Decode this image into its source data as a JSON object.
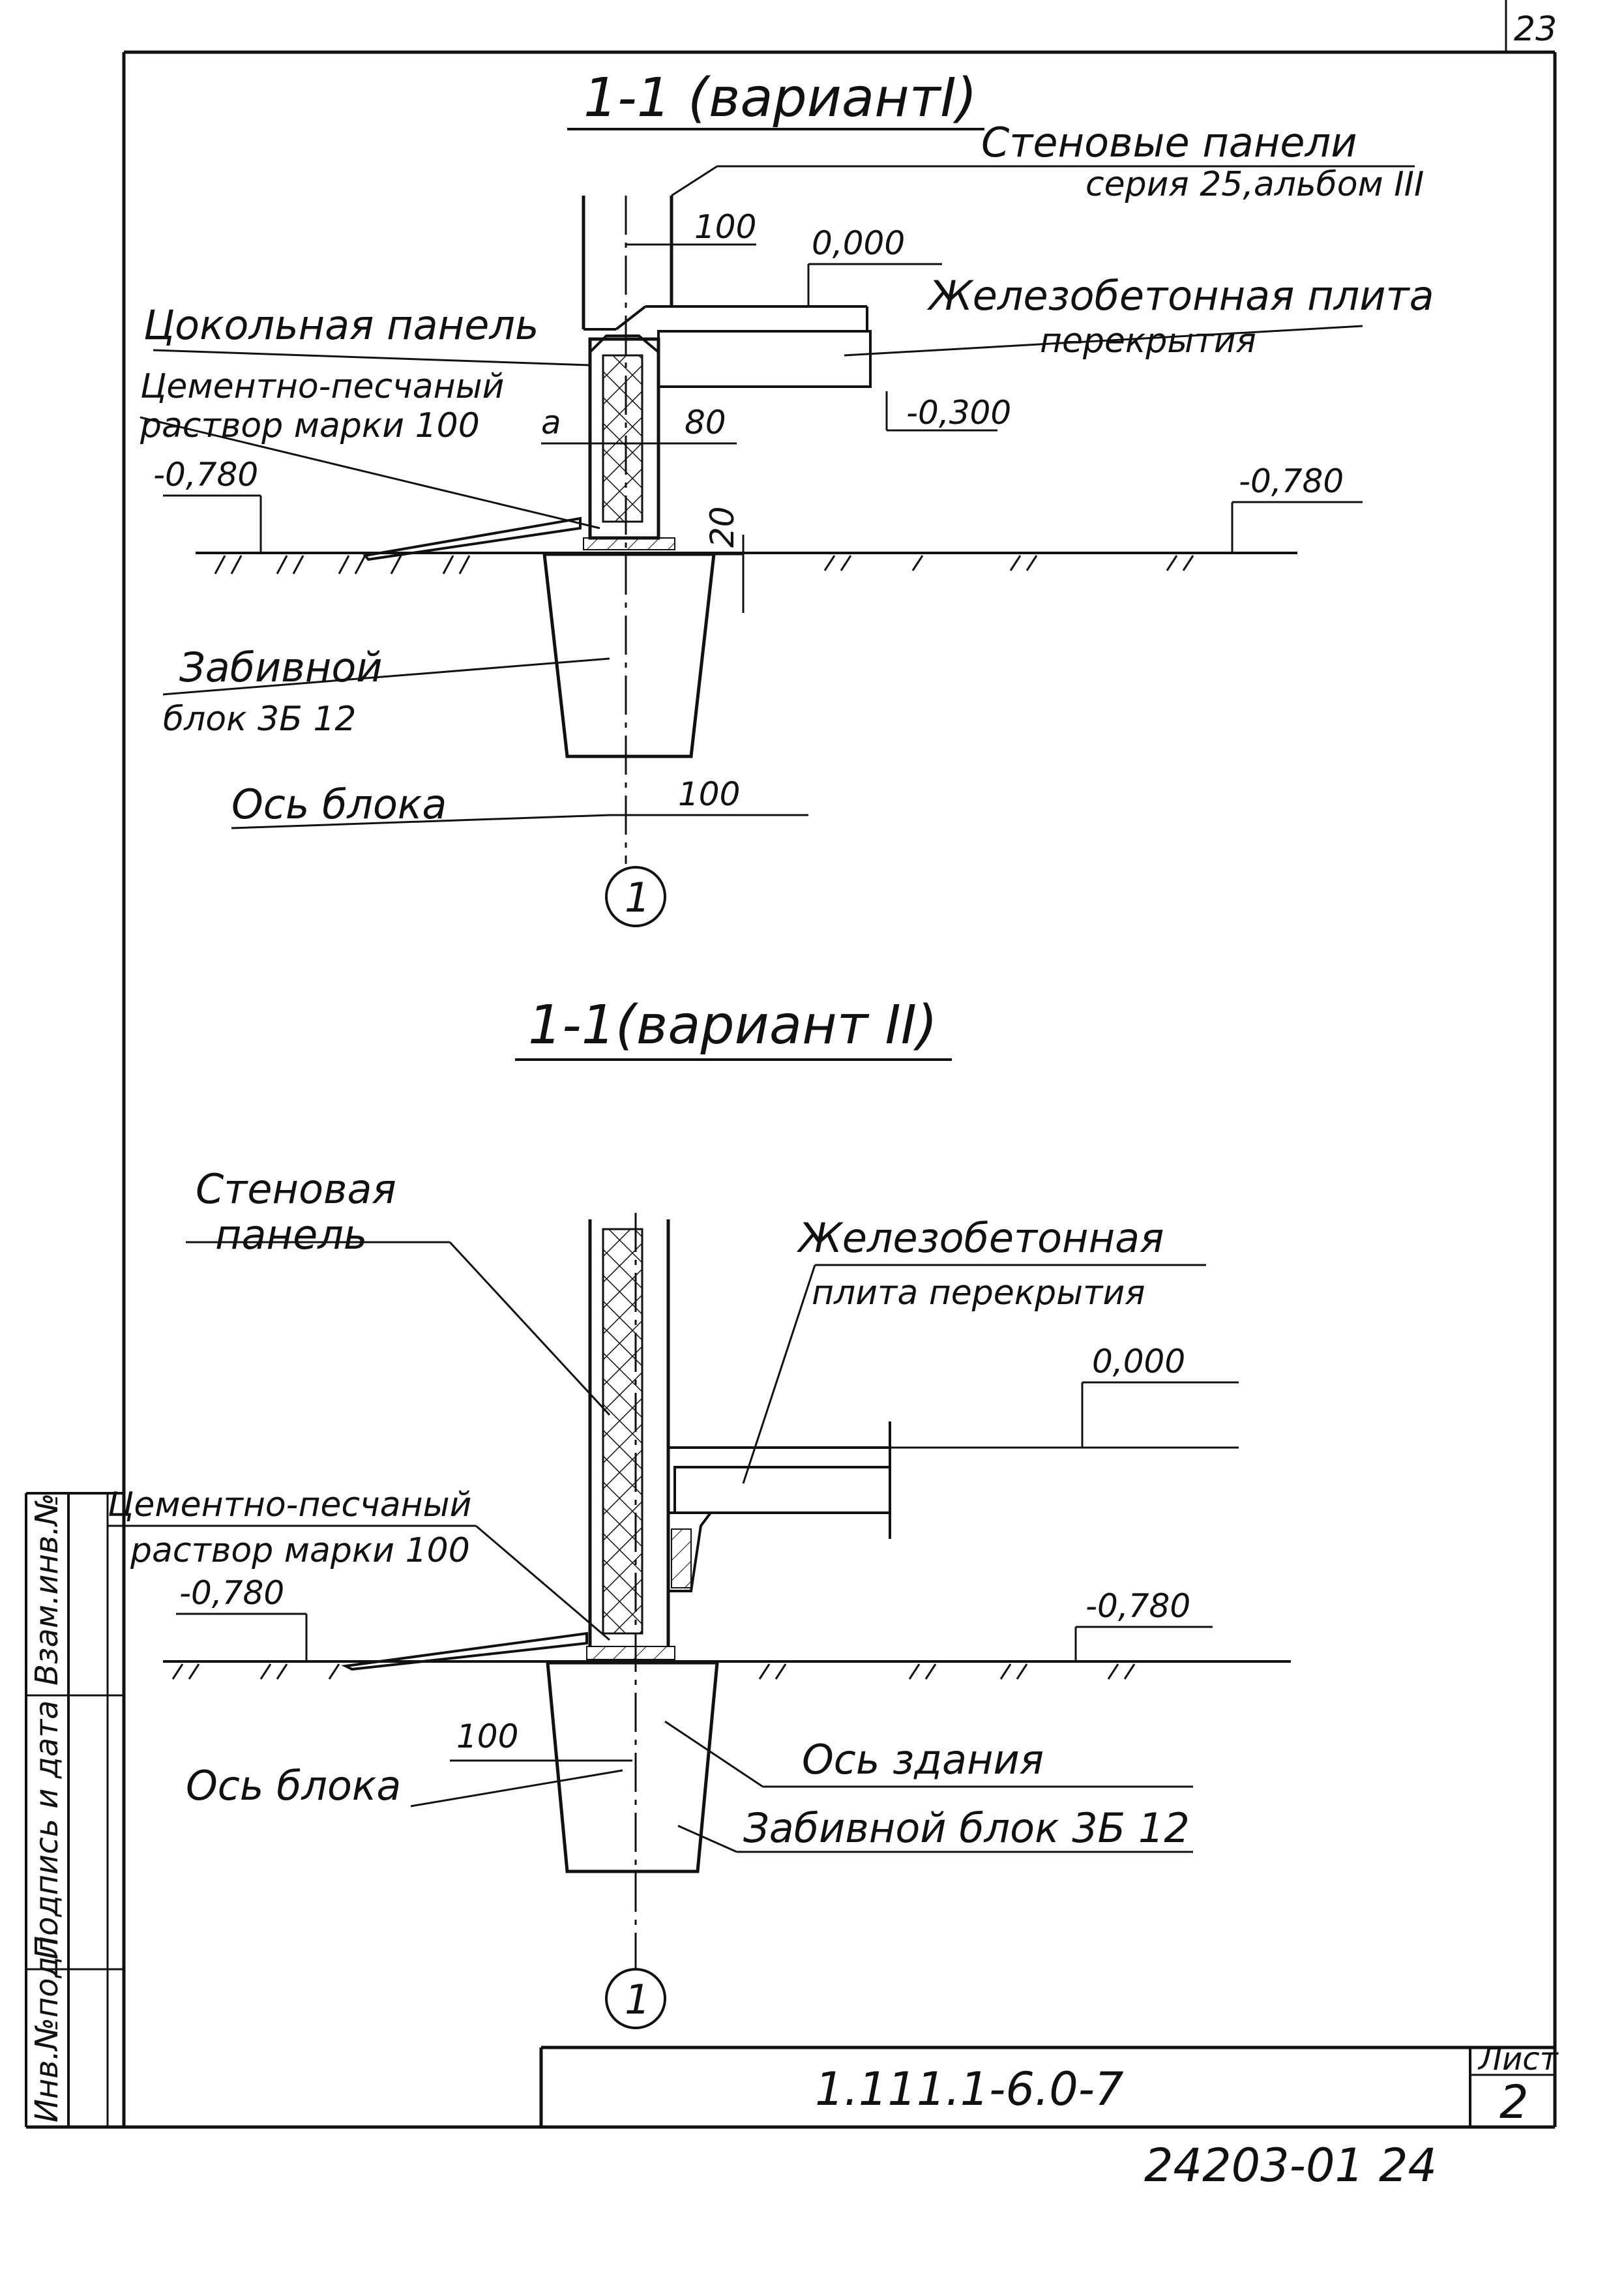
{
  "sheet_corner_number": "23",
  "variant1": {
    "title": "1-1 (вариантI)",
    "wall_panels": "Стеновые панели",
    "series": "серия 25,альбом III",
    "dim_100_top": "100",
    "level_0": "0,000",
    "slab_line1": "Железобетонная плита",
    "slab_line2": "перекрытия",
    "plinth_panel": "Цокольная панель",
    "mortar_line1": "Цементно-песчаный",
    "mortar_line2": "раствор марки 100",
    "dim_a": "a",
    "dim_80": "80",
    "level_minus300": "-0,300",
    "level_left": "-0,780",
    "level_right": "-0,780",
    "dim_20": "20",
    "block_line1": "Забивной",
    "block_line2": "блок 3Б 12",
    "block_axis": "Ось блока",
    "dim_100_bottom": "100",
    "axis_marker": "1"
  },
  "variant2": {
    "title": "1-1(вариант II)",
    "wall_panel_line1": "Стеновая",
    "wall_panel_line2": "панель",
    "slab_line1": "Железобетонная",
    "slab_line2": "плита перекрытия",
    "level_0": "0,000",
    "mortar_line1": "Цементно-песчаный",
    "mortar_line2": "раствор марки 100",
    "level_left": "-0,780",
    "level_right": "-0,780",
    "dim_100": "100",
    "block_axis": "Ось блока",
    "building_axis": "Ось здания",
    "block": "Забивной блок 3Б 12",
    "axis_marker": "1"
  },
  "title_block": {
    "code": "1.111.1-6.0-7",
    "sheet_label": "Лист",
    "sheet_number": "2"
  },
  "side_stamp": [
    "Инв.№подл.",
    "Подпись и дата",
    "Взам.инв.№"
  ],
  "bottom_number": "24203-01",
  "bottom_page": "24"
}
